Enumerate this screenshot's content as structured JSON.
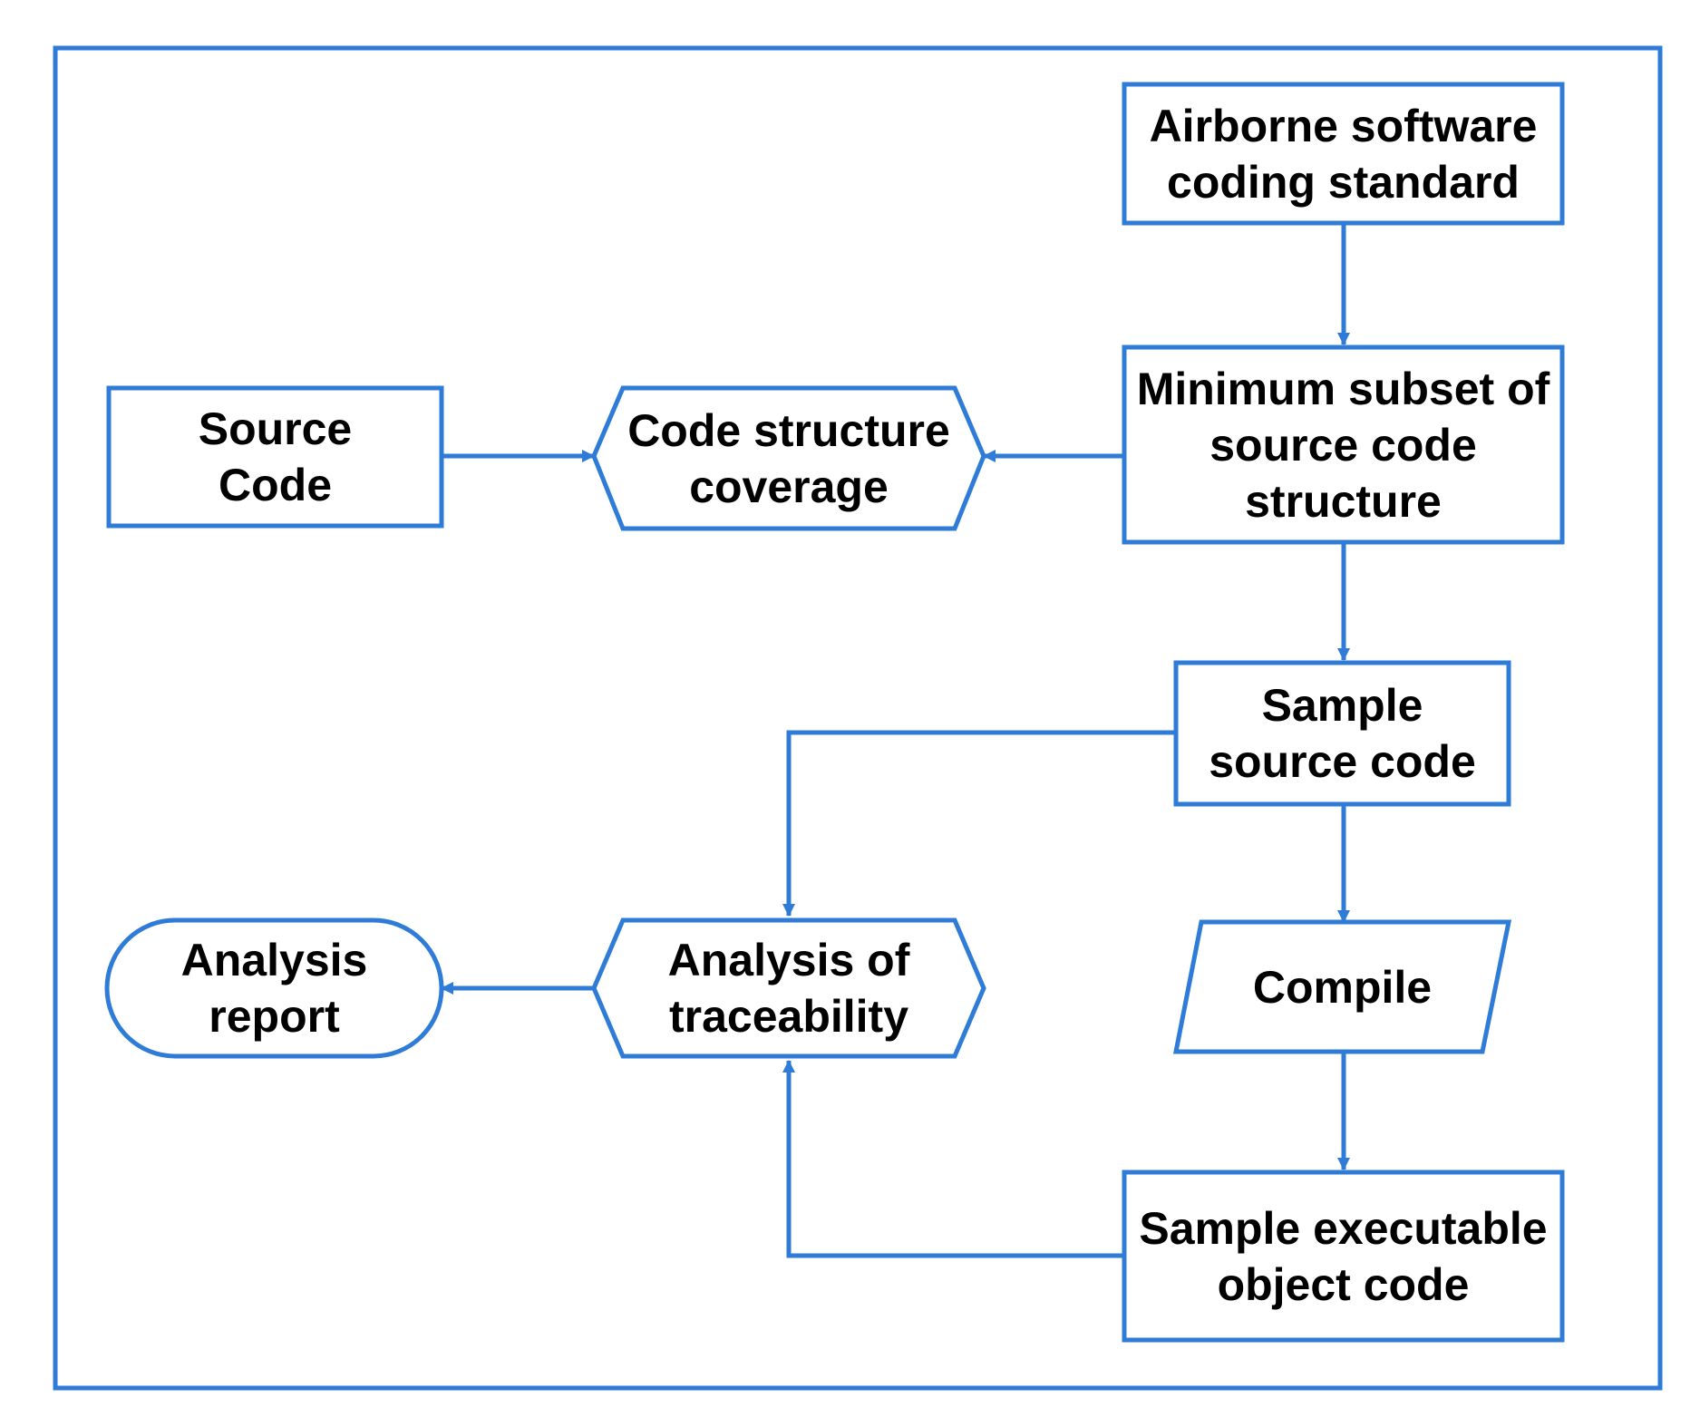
{
  "colors": {
    "stroke": "#2f7bd8",
    "text": "#000000",
    "background": "#ffffff"
  },
  "nodes": {
    "airborne_standard": {
      "shape": "rectangle",
      "lines": [
        "Airborne software",
        "coding standard"
      ]
    },
    "minimum_subset": {
      "shape": "rectangle",
      "lines": [
        "Minimum subset of",
        "source code",
        "structure"
      ]
    },
    "source_code": {
      "shape": "rectangle",
      "lines": [
        "Source",
        "Code"
      ]
    },
    "code_structure_coverage": {
      "shape": "hexagon",
      "lines": [
        "Code structure",
        "coverage"
      ]
    },
    "sample_source_code": {
      "shape": "rectangle",
      "lines": [
        "Sample",
        "source code"
      ]
    },
    "compile": {
      "shape": "parallelogram",
      "lines": [
        "Compile"
      ]
    },
    "sample_executable": {
      "shape": "rectangle",
      "lines": [
        "Sample executable",
        "object code"
      ]
    },
    "analysis_traceability": {
      "shape": "hexagon",
      "lines": [
        "Analysis of",
        "traceability"
      ]
    },
    "analysis_report": {
      "shape": "terminator",
      "lines": [
        "Analysis",
        "report"
      ]
    }
  },
  "edges": [
    {
      "from": "airborne_standard",
      "to": "minimum_subset"
    },
    {
      "from": "minimum_subset",
      "to": "code_structure_coverage"
    },
    {
      "from": "source_code",
      "to": "code_structure_coverage"
    },
    {
      "from": "minimum_subset",
      "to": "sample_source_code"
    },
    {
      "from": "sample_source_code",
      "to": "compile"
    },
    {
      "from": "compile",
      "to": "sample_executable"
    },
    {
      "from": "sample_source_code",
      "to": "analysis_traceability"
    },
    {
      "from": "sample_executable",
      "to": "analysis_traceability"
    },
    {
      "from": "analysis_traceability",
      "to": "analysis_report"
    }
  ]
}
